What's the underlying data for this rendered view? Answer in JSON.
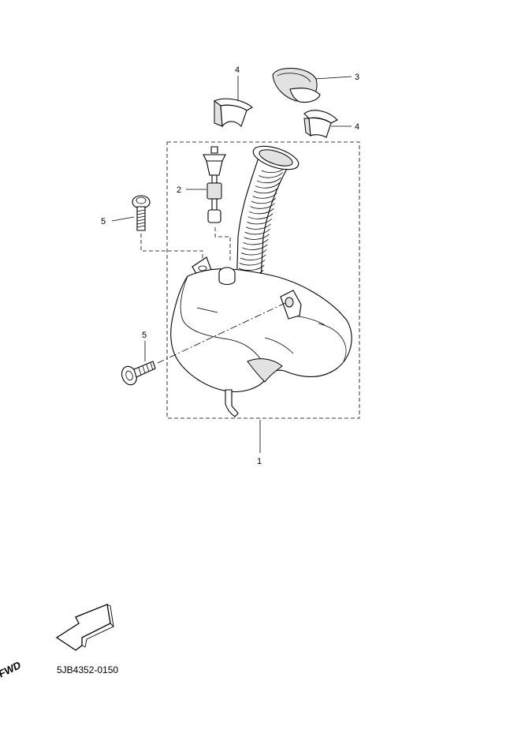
{
  "callouts": {
    "tank": "1",
    "level_gauge": "2",
    "cap": "3",
    "clip_left": "4",
    "clip_right": "4",
    "bolt_upper": "5",
    "bolt_lower": "5"
  },
  "fwd_label": "FWD",
  "document_code": "5JB4352-0150"
}
